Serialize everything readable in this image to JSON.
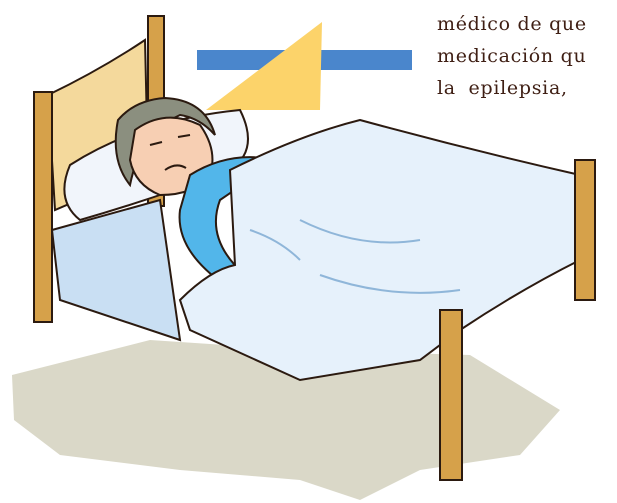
{
  "text_lines": [
    "médico de que",
    "medicación qu",
    "la  epilepsia,"
  ],
  "colors": {
    "text": "#3f1f14",
    "blue_bar": "#4a86cc",
    "yellow_triangle": "#fcd36a",
    "bed_wood": "#d6a14a",
    "headboard": "#f4d99c",
    "sheet": "#e6f1fb",
    "pajamas": "#52b6ea",
    "skin": "#f7cfb3",
    "hair": "#8b8f7f",
    "floor_shadow": "#dad8c8"
  },
  "illustration": {
    "subject": "person-sick-in-bed-clipart"
  }
}
